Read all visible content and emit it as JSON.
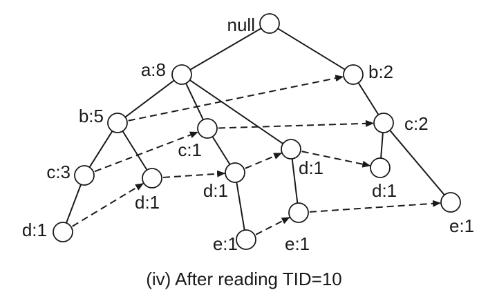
{
  "diagram": {
    "nodes": [
      {
        "id": "null",
        "label": "null"
      },
      {
        "id": "a8",
        "label": "a:8"
      },
      {
        "id": "b2",
        "label": "b:2"
      },
      {
        "id": "b5",
        "label": "b:5"
      },
      {
        "id": "c1a",
        "label": "c:1"
      },
      {
        "id": "c2",
        "label": "c:2"
      },
      {
        "id": "c3",
        "label": "c:3"
      },
      {
        "id": "d1_b5",
        "label": "d:1"
      },
      {
        "id": "d1_c1",
        "label": "d:1"
      },
      {
        "id": "d1_a8",
        "label": "d:1"
      },
      {
        "id": "d1_c2",
        "label": "d:1"
      },
      {
        "id": "d1_c3",
        "label": "d:1"
      },
      {
        "id": "e1_d1c1",
        "label": "e:1"
      },
      {
        "id": "e1_d1a8",
        "label": "e:1"
      },
      {
        "id": "e1_c2",
        "label": "e:1"
      }
    ],
    "tree_edges": [
      [
        "null",
        "a8"
      ],
      [
        "null",
        "b2"
      ],
      [
        "a8",
        "b5"
      ],
      [
        "a8",
        "c1a"
      ],
      [
        "a8",
        "d1_a8"
      ],
      [
        "b2",
        "c2"
      ],
      [
        "b5",
        "c3"
      ],
      [
        "b5",
        "d1_b5"
      ],
      [
        "c3",
        "d1_c3"
      ],
      [
        "c1a",
        "d1_c1"
      ],
      [
        "d1_c1",
        "e1_d1c1"
      ],
      [
        "d1_a8",
        "e1_d1a8"
      ],
      [
        "c2",
        "d1_c2"
      ],
      [
        "c2",
        "e1_c2"
      ]
    ],
    "link_edges": [
      [
        "b5",
        "b2"
      ],
      [
        "c3",
        "c1a"
      ],
      [
        "c1a",
        "c2"
      ],
      [
        "d1_c3",
        "d1_b5"
      ],
      [
        "d1_b5",
        "d1_c1"
      ],
      [
        "d1_c1",
        "d1_a8"
      ],
      [
        "d1_a8",
        "d1_c2"
      ],
      [
        "e1_d1c1",
        "e1_d1a8"
      ],
      [
        "e1_d1a8",
        "e1_c2"
      ]
    ]
  },
  "caption": "(iv) After reading TID=10"
}
